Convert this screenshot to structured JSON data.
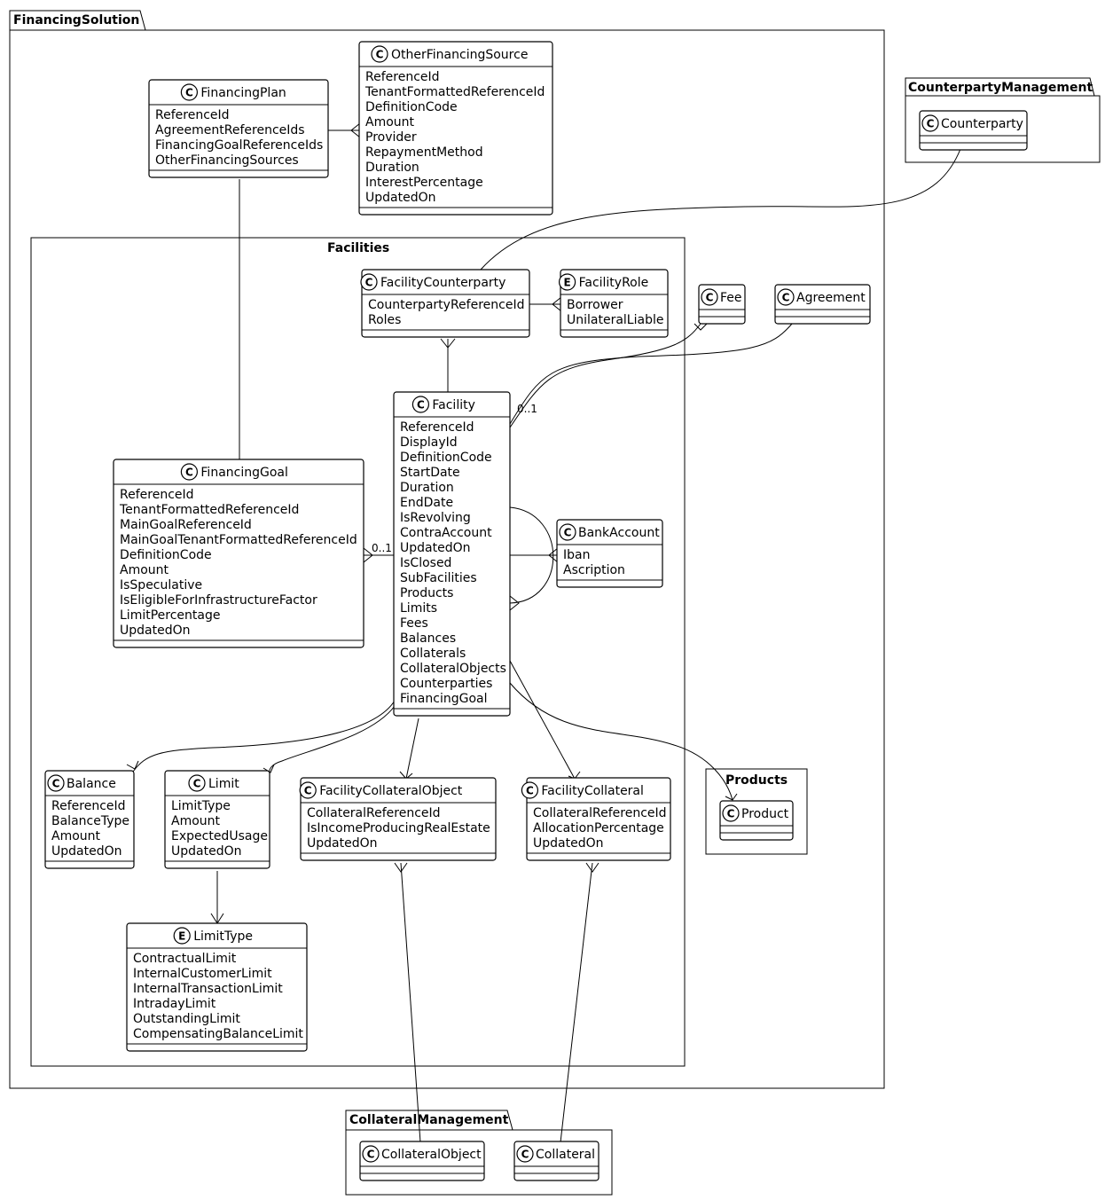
{
  "packages": {
    "financing_solution": "FinancingSolution",
    "facilities": "Facilities",
    "counterparty_management": "CounterpartyManagement",
    "products": "Products",
    "collateral_management": "CollateralManagement"
  },
  "classes": {
    "financing_plan": {
      "kind": "C",
      "name": "FinancingPlan",
      "attrs": [
        "ReferenceId",
        "AgreementReferenceIds",
        "FinancingGoalReferenceIds",
        "OtherFinancingSources"
      ]
    },
    "other_financing_source": {
      "kind": "C",
      "name": "OtherFinancingSource",
      "attrs": [
        "ReferenceId",
        "TenantFormattedReferenceId",
        "DefinitionCode",
        "Amount",
        "Provider",
        "RepaymentMethod",
        "Duration",
        "InterestPercentage",
        "UpdatedOn"
      ]
    },
    "counterparty": {
      "kind": "C",
      "name": "Counterparty",
      "attrs": []
    },
    "facility_counterparty": {
      "kind": "C",
      "name": "FacilityCounterparty",
      "attrs": [
        "CounterpartyReferenceId",
        "Roles"
      ]
    },
    "facility_role": {
      "kind": "E",
      "name": "FacilityRole",
      "attrs": [
        "Borrower",
        "UnilateralLiable"
      ]
    },
    "fee": {
      "kind": "C",
      "name": "Fee",
      "attrs": []
    },
    "agreement": {
      "kind": "C",
      "name": "Agreement",
      "attrs": []
    },
    "facility": {
      "kind": "C",
      "name": "Facility",
      "attrs": [
        "ReferenceId",
        "DisplayId",
        "DefinitionCode",
        "StartDate",
        "Duration",
        "EndDate",
        "IsRevolving",
        "ContraAccount",
        "UpdatedOn",
        "IsClosed",
        "SubFacilities",
        "Products",
        "Limits",
        "Fees",
        "Balances",
        "Collaterals",
        "CollateralObjects",
        "Counterparties",
        "FinancingGoal"
      ]
    },
    "financing_goal": {
      "kind": "C",
      "name": "FinancingGoal",
      "attrs": [
        "ReferenceId",
        "TenantFormattedReferenceId",
        "MainGoalReferenceId",
        "MainGoalTenantFormattedReferenceId",
        "DefinitionCode",
        "Amount",
        "IsSpeculative",
        "IsEligibleForInfrastructureFactor",
        "LimitPercentage",
        "UpdatedOn"
      ]
    },
    "bank_account": {
      "kind": "C",
      "name": "BankAccount",
      "attrs": [
        "Iban",
        "Ascription"
      ]
    },
    "balance": {
      "kind": "C",
      "name": "Balance",
      "attrs": [
        "ReferenceId",
        "BalanceType",
        "Amount",
        "UpdatedOn"
      ]
    },
    "limit": {
      "kind": "C",
      "name": "Limit",
      "attrs": [
        "LimitType",
        "Amount",
        "ExpectedUsage",
        "UpdatedOn"
      ]
    },
    "facility_collateral_object": {
      "kind": "C",
      "name": "FacilityCollateralObject",
      "attrs": [
        "CollateralReferenceId",
        "IsIncomeProducingRealEstate",
        "UpdatedOn"
      ]
    },
    "facility_collateral": {
      "kind": "C",
      "name": "FacilityCollateral",
      "attrs": [
        "CollateralReferenceId",
        "AllocationPercentage",
        "UpdatedOn"
      ]
    },
    "product": {
      "kind": "C",
      "name": "Product",
      "attrs": []
    },
    "limit_type": {
      "kind": "E",
      "name": "LimitType",
      "attrs": [
        "ContractualLimit",
        "InternalCustomerLimit",
        "InternalTransactionLimit",
        "IntradayLimit",
        "OutstandingLimit",
        "CompensatingBalanceLimit"
      ]
    },
    "collateral_object": {
      "kind": "C",
      "name": "CollateralObject",
      "attrs": []
    },
    "collateral": {
      "kind": "C",
      "name": "Collateral",
      "attrs": []
    }
  },
  "multiplicities": {
    "facility_agreement": "0..1",
    "goal_facility": "0..1"
  }
}
